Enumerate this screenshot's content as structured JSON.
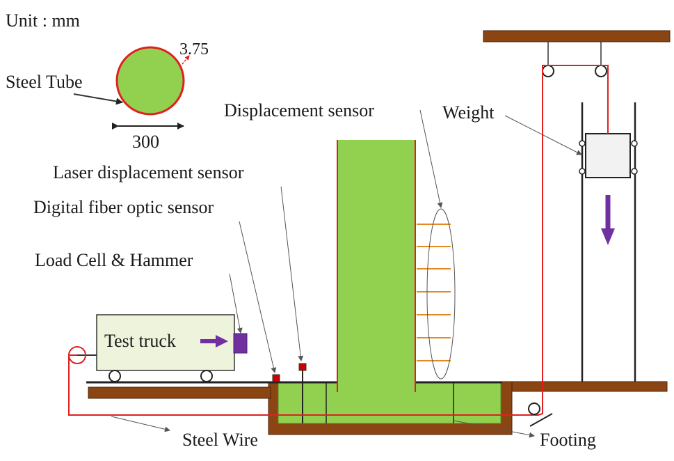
{
  "labels": {
    "unit": "Unit : mm",
    "steel_tube": "Steel Tube",
    "thickness": "3.75",
    "diameter": "300",
    "displacement_sensor": "Displacement sensor",
    "weight": "Weight",
    "laser_displacement_sensor": "Laser displacement sensor",
    "digital_fiber_optic_sensor": "Digital fiber optic sensor",
    "load_cell_hammer": "Load Cell & Hammer",
    "test_truck": "Test truck",
    "steel_wire": "Steel Wire",
    "footing": "Footing"
  },
  "colors": {
    "tube_fill": "#92d050",
    "tube_outline": "#e02020",
    "wood": "#8b4513",
    "wire": "#e02020",
    "arrow": "#7030a0",
    "sensor_lines": "#e08a20",
    "truck_fill": "#eef3dc",
    "sensor_marker": "#cc0000"
  }
}
